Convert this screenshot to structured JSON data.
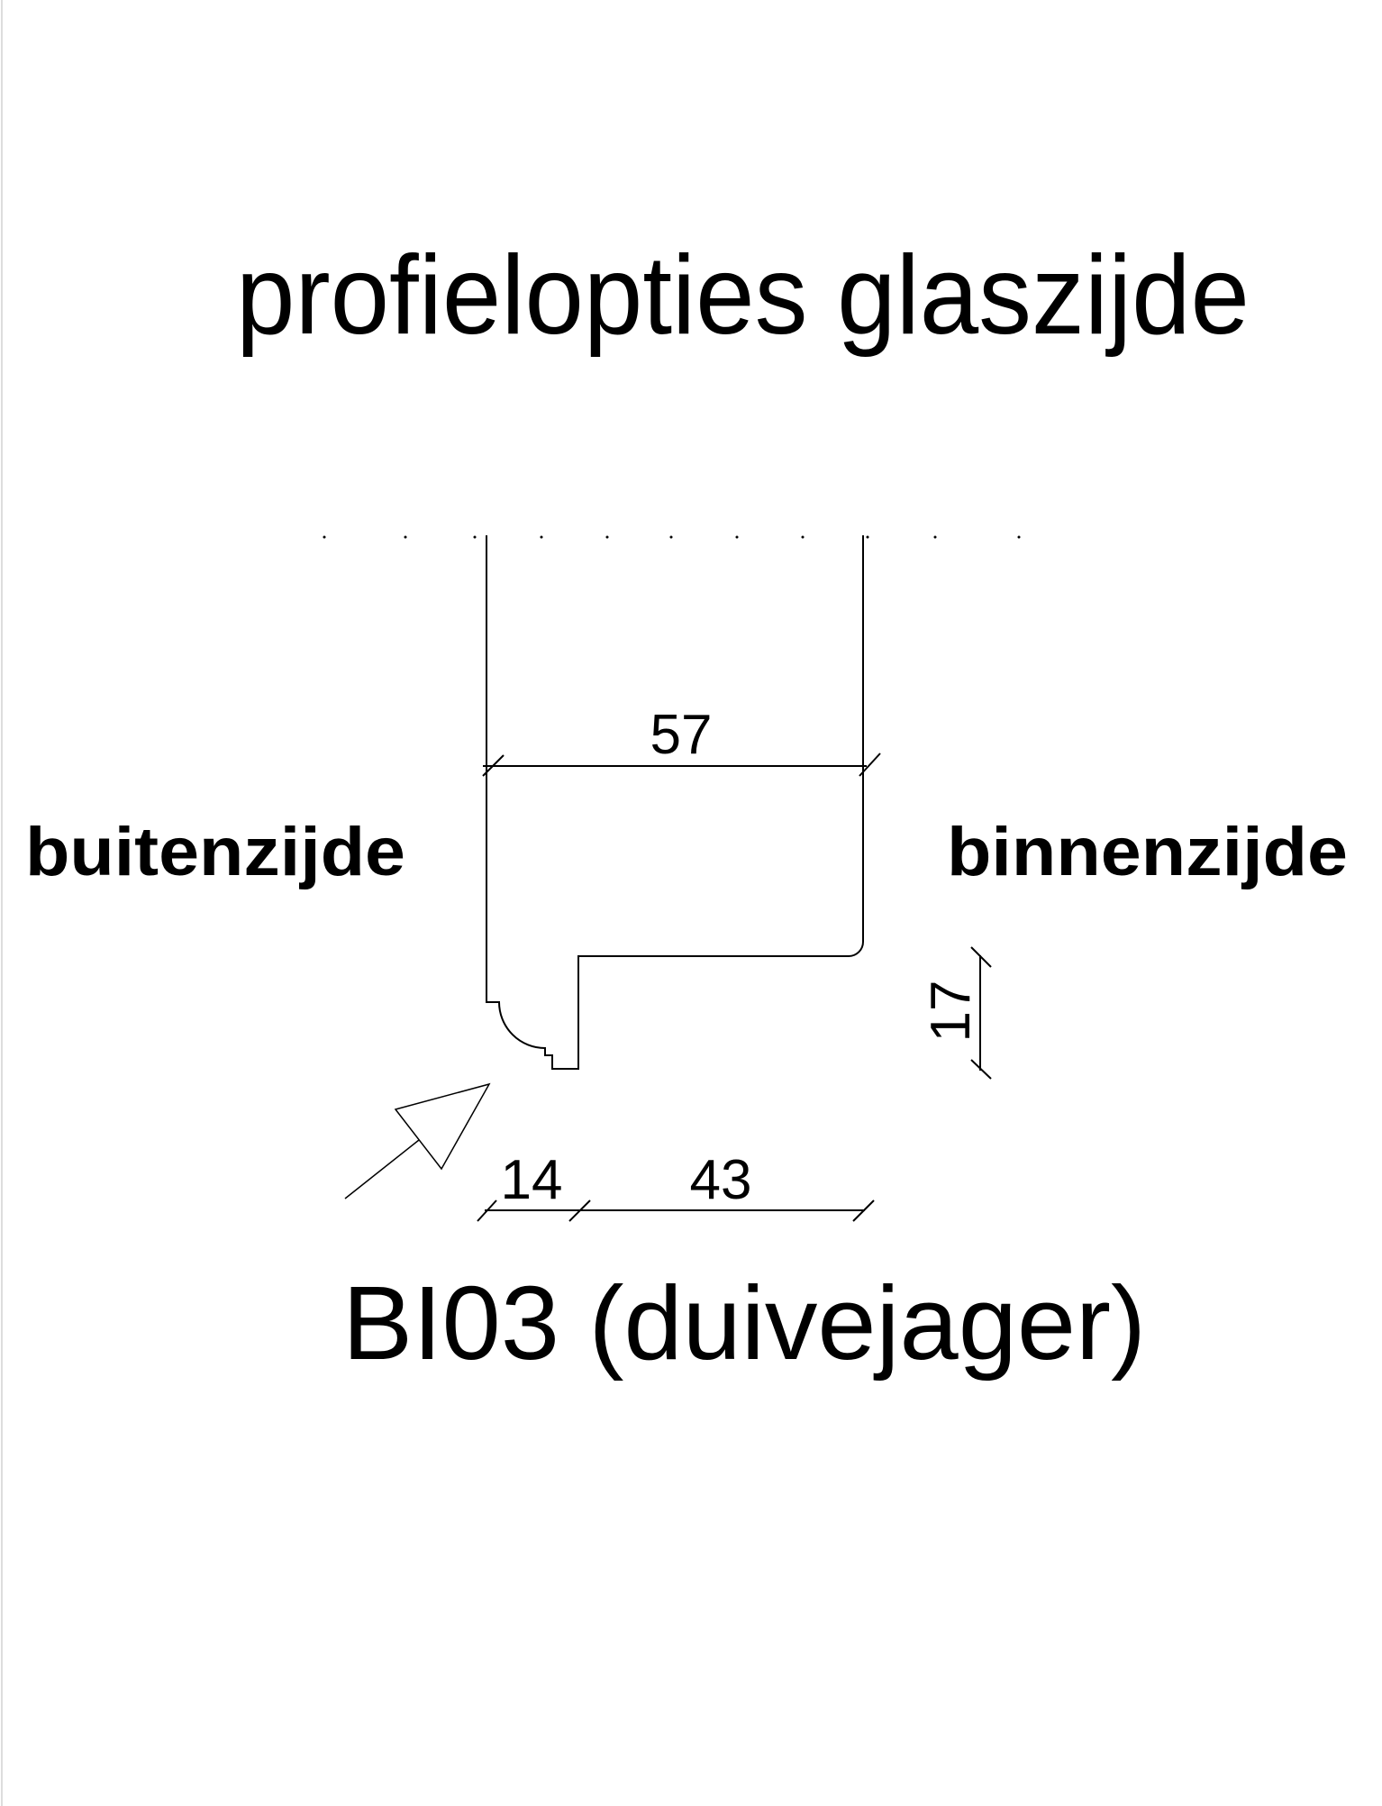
{
  "title": "profielopties glaszijde",
  "labels": {
    "outside": "buitenzijde",
    "inside": "binnenzijde"
  },
  "dimensions": {
    "total_width": "57",
    "left_part": "14",
    "right_part": "43",
    "height": "17"
  },
  "profile_name": "BI03 (duivejager)"
}
